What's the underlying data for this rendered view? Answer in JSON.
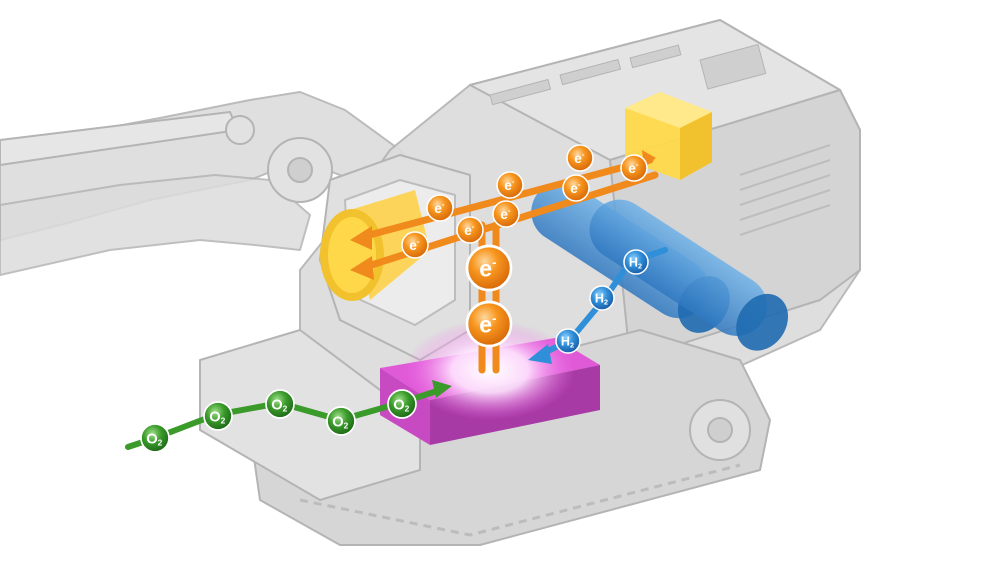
{
  "electron": {
    "letter": "e",
    "charge": "-"
  },
  "hydrogen": {
    "letter": "H",
    "sub": "2"
  },
  "oxygen": {
    "letter": "O",
    "sub": "2"
  },
  "colors": {
    "electron": "#f08a1c",
    "hydrogen": "#2f8fd8",
    "oxygen": "#3a9a2a",
    "fuel_cell": "#d64fd0",
    "battery": "#ffd84a",
    "motor": "#ffd24a",
    "tanks": "#3f8fd0",
    "machine": "#d8d8d8"
  },
  "icons": [
    "excavator-outline",
    "fuel-cell-stack",
    "hydrogen-tank",
    "battery",
    "electric-motor",
    "electron-arrow",
    "hydrogen-arrow",
    "oxygen-arrow"
  ]
}
